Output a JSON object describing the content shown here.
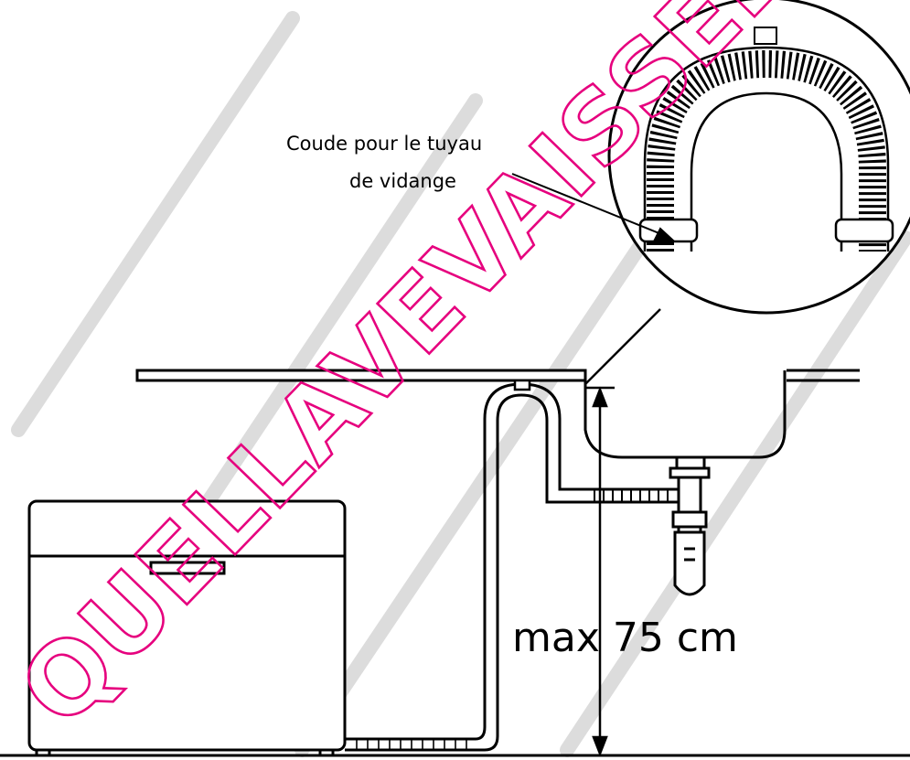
{
  "callout": {
    "line1": "Coude pour le tuyau",
    "line2": "de vidange"
  },
  "dimension": {
    "label": "max 75 cm"
  },
  "watermark": {
    "text": "QUELLAVEVAISSELLE",
    "color": "#e6007e"
  },
  "colors": {
    "line": "#000000",
    "stripe": "#d9d9d9"
  }
}
